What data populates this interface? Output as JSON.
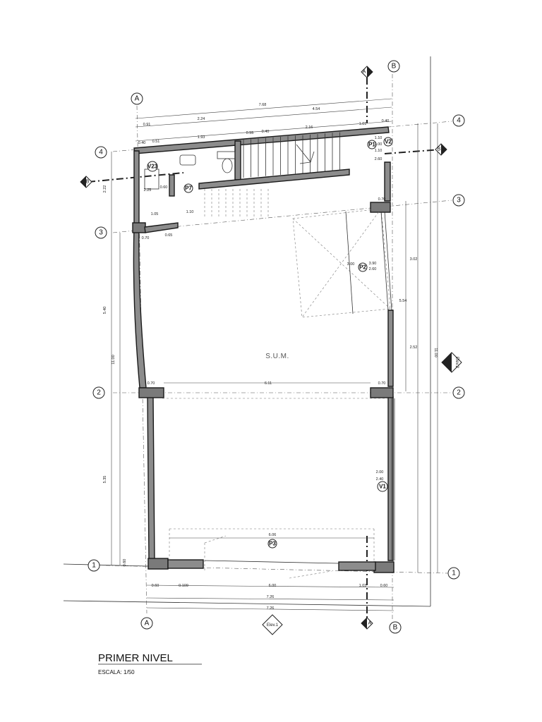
{
  "plan": {
    "title": "PRIMER NIVEL",
    "scale": "ESCALA: 1/50",
    "room_label": "S.U.M.",
    "elevation_tag": "Elev.1",
    "elevation_tag_side": "Elev.2"
  },
  "axes": {
    "letters": [
      "A",
      "B"
    ],
    "numbers": [
      "1",
      "2",
      "3",
      "4"
    ]
  },
  "cut_markers": {
    "a_label": "A",
    "b_label": "B"
  },
  "element_tags": [
    "P1",
    "V2",
    "V23",
    "P7",
    "P2",
    "V1",
    "P3"
  ],
  "dimensions": {
    "top_total": "7.68",
    "top_a": "2.24",
    "top_b": "4.54",
    "top_row": [
      "0.91",
      "0.40",
      "0.51",
      "1.93",
      "0.55",
      "0.40",
      "2.16",
      "1.01",
      "0.40"
    ],
    "bottom_total": "7.26",
    "bottom_total_b": "7.26",
    "bottom_row": [
      "0.60",
      "0.109",
      "6.00",
      "1.03",
      "0.60"
    ],
    "middle_width": "6.11",
    "middle_left": "0.70",
    "middle_right": "0.70",
    "opening_bottom": "6.06",
    "left_side": [
      "5.40",
      "5.35",
      "11.00",
      "2.22",
      "0.60"
    ],
    "right_side": [
      "3.02",
      "5.54",
      "2.52",
      "11.00"
    ],
    "small": [
      "1.05",
      "1.10",
      "0.70",
      "0.65",
      "2.25",
      "0.60",
      "0.70",
      "3.00",
      "3.90",
      "2.60",
      "2.00",
      "2.40",
      "1.10",
      "1.00",
      "1.10",
      "2.60"
    ]
  }
}
